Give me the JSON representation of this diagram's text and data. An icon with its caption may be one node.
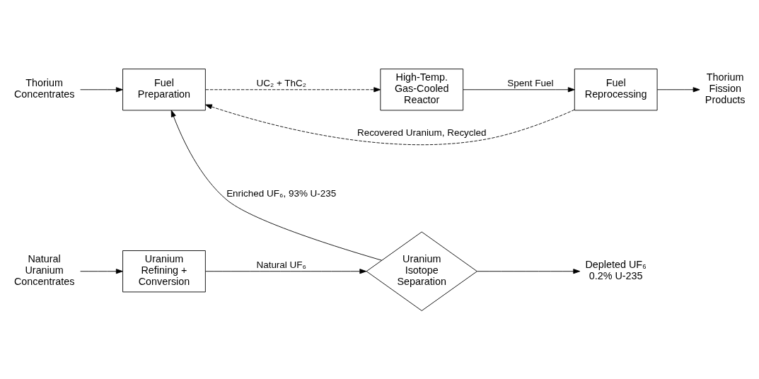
{
  "diagram": {
    "nodes": [
      {
        "text": [
          "Thorium Concentrates"
        ]
      },
      {
        "text": [
          "Fuel Preparation"
        ]
      },
      {
        "text": [
          "High-Temp. Gas-Cooled Reactor"
        ]
      },
      {
        "text": [
          "Fuel Reprocessing"
        ]
      },
      {
        "text": [
          "Thorium Fission Products"
        ]
      },
      {
        "text": [
          "Natural Uranium Concentrates"
        ]
      },
      {
        "text": [
          "Uranium Refining + Conversion"
        ]
      },
      {
        "text": [
          "Uranium Isotope Separation"
        ]
      },
      {
        "text": [
          "Depleted UF₆ 0.2% U-235"
        ]
      }
    ],
    "edges": [
      {
        "from": 0,
        "to": 1,
        "arrow": "to"
      },
      {
        "from": 1,
        "to": 2,
        "arrow": "to",
        "label": "UC₂ + ThC₂",
        "style": "dashed"
      },
      {
        "from": 2,
        "to": 3,
        "arrow": "to",
        "label": "Spent Fuel"
      },
      {
        "from": 3,
        "to": 4,
        "arrow": "to"
      },
      {
        "from": 3,
        "to": 1,
        "arrow": "to",
        "label": "Recovered Uranium, Recycled",
        "style": "dashed"
      },
      {
        "from": 5,
        "to": 6,
        "arrow": "to"
      },
      {
        "from": 6,
        "to": 7,
        "arrow": "to",
        "label": "Natural UF₆"
      },
      {
        "from": 7,
        "to": 1,
        "arrow": "to",
        "label": "Enriched UF₆, 93% U-235"
      },
      {
        "from": 7,
        "to": 8,
        "arrow": "to"
      }
    ]
  }
}
